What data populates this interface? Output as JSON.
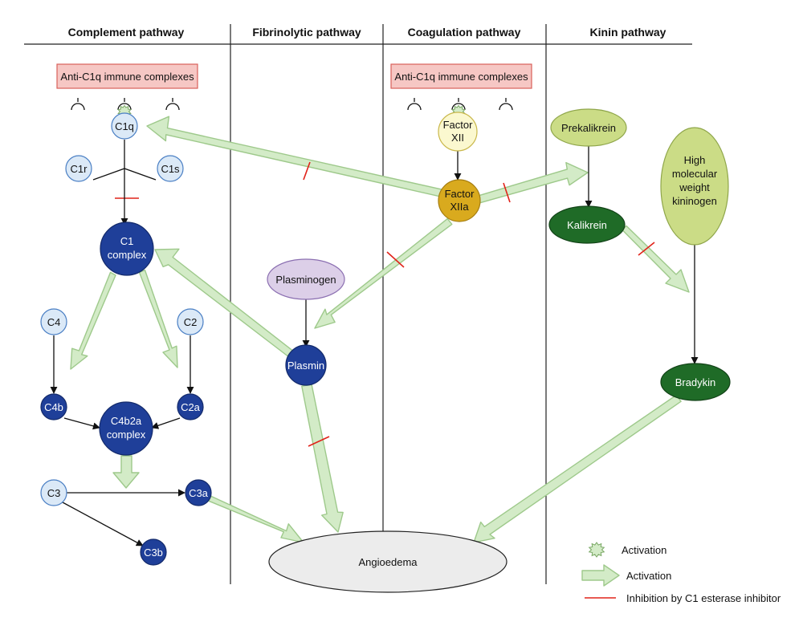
{
  "pathways": {
    "complement": "Complement pathway",
    "fibrinolytic": "Fibrinolytic pathway",
    "coagulation": "Coagulation pathway",
    "kinin": "Kinin pathway"
  },
  "boxes": {
    "anti_c1q_left": "Anti-C1q immune complexes",
    "anti_c1q_right": "Anti-C1q immune complexes"
  },
  "nodes": {
    "c1q": "C1q",
    "c1r": "C1r",
    "c1s": "C1s",
    "c1_complex_1": "C1",
    "c1_complex_2": "complex",
    "c4": "C4",
    "c2": "C2",
    "c4b": "C4b",
    "c2a": "C2a",
    "c4b2a_1": "C4b2a",
    "c4b2a_2": "complex",
    "c3": "C3",
    "c3a": "C3a",
    "c3b": "C3b",
    "plasminogen": "Plasminogen",
    "plasmin": "Plasmin",
    "factor_xii_1": "Factor",
    "factor_xii_2": "XII",
    "factor_xiia_1": "Factor",
    "factor_xiia_2": "XIIa",
    "prekalikrein": "Prekalikrein",
    "kalikrein": "Kalikrein",
    "hmwk_1": "High",
    "hmwk_2": "molecular",
    "hmwk_3": "weight",
    "hmwk_4": "kininogen",
    "bradykin": "Bradykin",
    "angioedema": "Angioedema"
  },
  "legend": {
    "activation_star": "Activation",
    "activation_arrow": "Activation",
    "inhibition": "Inhibition by C1 esterase inhibitor"
  },
  "colors": {
    "light_blue_fill": "#dbe9f7",
    "dark_blue_fill": "#1f3f99",
    "light_yellow_fill": "#fbf8cf",
    "gold_fill": "#d9aa1e",
    "light_green_fill": "#cbdc86",
    "dark_green_fill": "#1f6b27",
    "lavender_fill": "#dccfe8",
    "pink_box_fill": "#f6c7c4",
    "arrow_fill": "#d3ebc7",
    "arrow_stroke": "#9ec98b",
    "inhibition_red": "#e1231a"
  }
}
